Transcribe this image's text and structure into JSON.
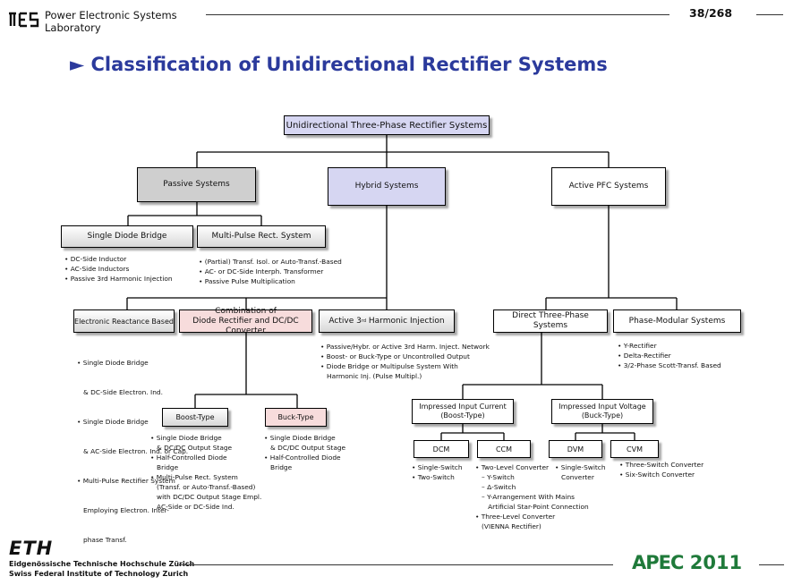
{
  "header": {
    "lab_line1": "Power Electronic Systems",
    "lab_line2": "Laboratory",
    "page_number": "38/268",
    "title_arrow": "►",
    "title": "Classification of Unidirectional Rectifier Systems"
  },
  "footer": {
    "eth_logo": "ETH",
    "eth_line1": "Eidgenössische Technische Hochschule Zürich",
    "eth_line2": "Swiss Federal Institute of Technology Zurich",
    "apec_logo": "APEC",
    "apec_year": "2011"
  },
  "boxes": {
    "root": "Unidirectional Three-Phase Rectifier Systems",
    "passive": "Passive Systems",
    "hybrid": "Hybrid Systems",
    "active_pfc": "Active PFC Systems",
    "single_diode": "Single Diode Bridge",
    "multi_pulse": "Multi-Pulse Rect. System",
    "electronic_reactance": "Electronic Reactance Based",
    "combination_line1": "Combination of",
    "combination_line2": "Diode Rectifier and DC/DC Converter",
    "active_3rd_pre": "Active 3",
    "active_3rd_sup": "rd",
    "active_3rd_post": " Harmonic Injection",
    "direct_three_phase": "Direct Three-Phase Systems",
    "phase_modular": "Phase-Modular Systems",
    "boost_type": "Boost-Type",
    "buck_type": "Buck-Type",
    "impressed_current_line1": "Impressed Input Current",
    "impressed_current_line2": "(Boost-Type)",
    "impressed_voltage_line1": "Impressed Input Voltage",
    "impressed_voltage_line2": "(Buck-Type)",
    "dcm": "DCM",
    "ccm": "CCM",
    "dvm": "DVM",
    "cvm": "CVM"
  },
  "lists": {
    "single_diode": [
      "• DC-Side Inductor",
      "• AC-Side Inductors",
      "• Passive 3rd Harmonic Injection"
    ],
    "multi_pulse": [
      "• (Partial) Transf. Isol. or Auto-Transf.-Based",
      "• AC- or DC-Side Interph. Transformer",
      "• Passive Pulse Multiplication"
    ],
    "electronic_reactance": [
      "• Single Diode Bridge",
      "   & DC-Side Electron. Ind.",
      "• Single Diode Bridge",
      "   & AC-Side Electron. Ind. or Cap.",
      "• Multi-Pulse Rectifier System",
      "   Employing Electron. Inter-",
      "   phase Transf."
    ],
    "active_3rd": [
      "• Passive/Hybr. or Active 3rd Harm. Inject. Network",
      "• Boost- or Buck-Type or Uncontrolled Output",
      "• Diode Bridge or Multipulse System With",
      "   Harmonic Inj. (Pulse Multipl.)"
    ],
    "phase_modular": [
      "• Y-Rectifier",
      "• Delta-Rectifier",
      "• 3/2-Phase Scott-Transf. Based"
    ],
    "boost_type": [
      "• Single Diode Bridge",
      "   & DC/DC Output Stage",
      "• Half-Controlled Diode",
      "   Bridge",
      "• Multi-Pulse Rect. System",
      "   (Transf. or Auto-Transf.-Based)",
      "   with DC/DC Output Stage Empl.",
      "   AC-Side or DC-Side Ind."
    ],
    "buck_type": [
      "• Single Diode Bridge",
      "   & DC/DC Output Stage",
      "• Half-Controlled Diode",
      "   Bridge"
    ],
    "dcm": [
      "• Single-Switch",
      "• Two-Switch"
    ],
    "ccm": [
      "• Two-Level Converter",
      "   – Y-Switch",
      "   – Δ-Switch",
      "   – Y-Arrangement With Mains",
      "      Artificial Star-Point Connection",
      "• Three-Level Converter",
      "   (VIENNA Rectifier)"
    ],
    "dvm": [
      "• Single-Switch",
      "   Converter"
    ],
    "cvm": [
      "• Three-Switch Converter",
      "• Six-Switch Converter"
    ]
  }
}
